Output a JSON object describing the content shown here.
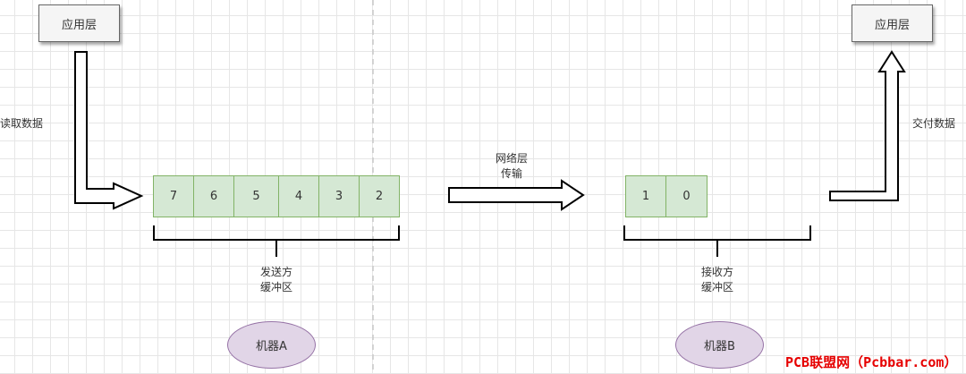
{
  "machine_a": {
    "app_layer": "应用层",
    "read_label": "读取数据",
    "buffer_cells": [
      "7",
      "6",
      "5",
      "4",
      "3",
      "2"
    ],
    "buffer_label_line1": "发送方",
    "buffer_label_line2": "缓冲区",
    "machine_label": "机器A"
  },
  "network": {
    "label_line1": "网络层",
    "label_line2": "传输"
  },
  "machine_b": {
    "app_layer": "应用层",
    "deliver_label": "交付数据",
    "buffer_cells": [
      "1",
      "0"
    ],
    "buffer_label_line1": "接收方",
    "buffer_label_line2": "缓冲区",
    "machine_label": "机器B"
  },
  "watermark": "PCB联盟网（Pcbbar.com）",
  "colors": {
    "buffer_fill": "#d5e8d4",
    "buffer_stroke": "#82b366",
    "machine_fill": "#e1d5e7",
    "machine_stroke": "#9673a6",
    "watermark": "#e60000"
  }
}
